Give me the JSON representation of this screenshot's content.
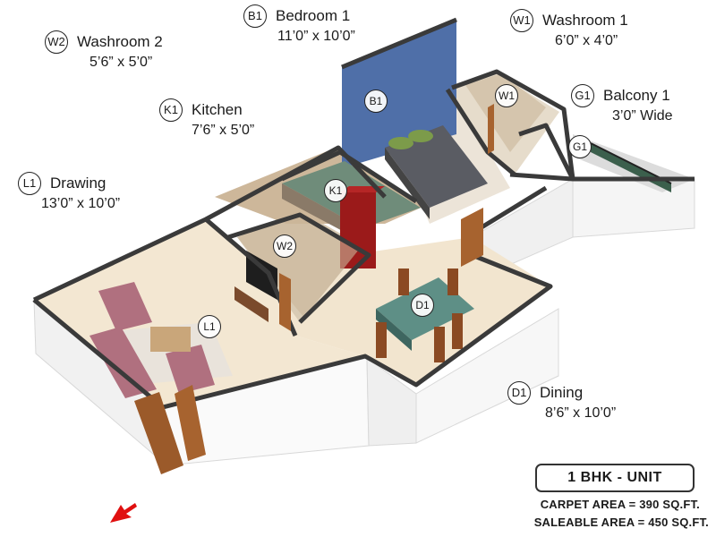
{
  "rooms": [
    {
      "code": "W2",
      "name": "Washroom 2",
      "size": "5’6” x 5’0”"
    },
    {
      "code": "B1",
      "name": "Bedroom 1",
      "size": "11’0” x 10’0”"
    },
    {
      "code": "W1",
      "name": "Washroom 1",
      "size": "6’0” x 4’0”"
    },
    {
      "code": "K1",
      "name": "Kitchen",
      "size": "7’6” x 5’0”"
    },
    {
      "code": "G1",
      "name": "Balcony 1",
      "size": "3’0” Wide"
    },
    {
      "code": "L1",
      "name": "Drawing",
      "size": "13’0” x 10’0”"
    },
    {
      "code": "D1",
      "name": "Dining",
      "size": "8’6” x 10’0”"
    }
  ],
  "unit_type": "1 BHK - UNIT",
  "carpet_area": "CARPET AREA = 390 SQ.FT.",
  "saleable_area": "SALEABLE AREA = 450 SQ.FT.",
  "colors": {
    "wall": "#f4f4f4",
    "wall_top": "#3a3a3a",
    "floor": "#f3e7d2",
    "bedroom_accent": "#4f6fa8",
    "entry_arrow": "#e01010"
  }
}
